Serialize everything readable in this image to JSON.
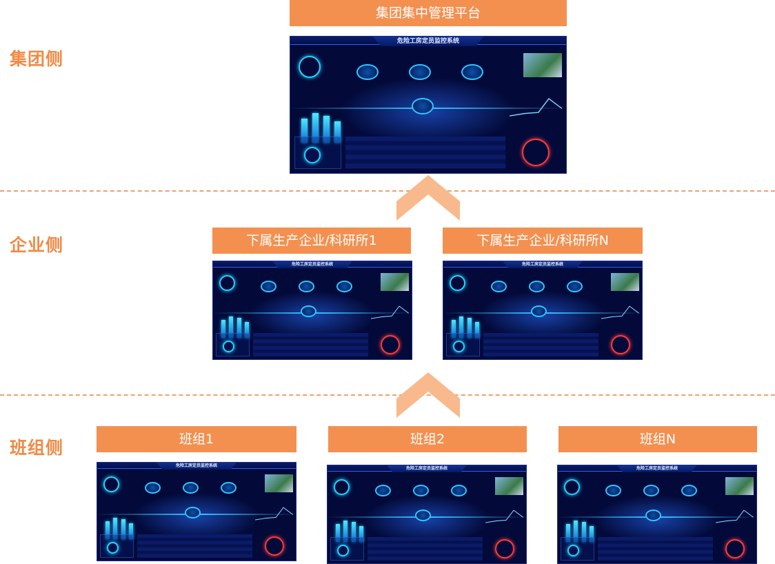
{
  "tiers": [
    {
      "label": "集团侧"
    },
    {
      "label": "企业侧"
    },
    {
      "label": "班组侧"
    }
  ],
  "banners": {
    "group": "集团集中管理平台",
    "enterprise_1": "下属生产企业/科研所1",
    "enterprise_n": "下属生产企业/科研所N",
    "team_1": "班组1",
    "team_2": "班组2",
    "team_n": "班组N"
  },
  "dashboard": {
    "title": "危险工房定员监控系统"
  },
  "colors": {
    "accent": "#f39050",
    "label": "#f08a45",
    "divider": "#f2a06a",
    "arrow": "#f8b98c",
    "screen_bg": "#030a3a"
  }
}
